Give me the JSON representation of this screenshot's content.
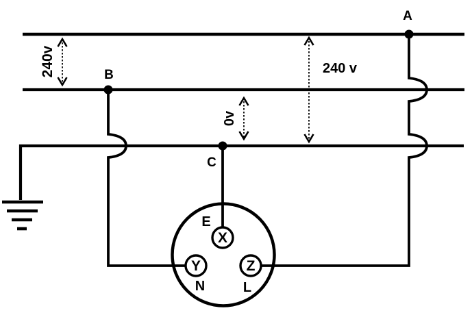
{
  "diagram": {
    "background": "#ffffff",
    "ink": "#000000",
    "nodes": {
      "a": "A",
      "b": "B",
      "c": "C"
    },
    "voltages": {
      "left_phase": "240v",
      "right_phase": "240 v",
      "neutral": "0v"
    },
    "socket": {
      "terminals": {
        "top": "X",
        "left": "Y",
        "right": "Z"
      },
      "pins": {
        "earth": "E",
        "neutral": "N",
        "live": "L"
      }
    }
  }
}
